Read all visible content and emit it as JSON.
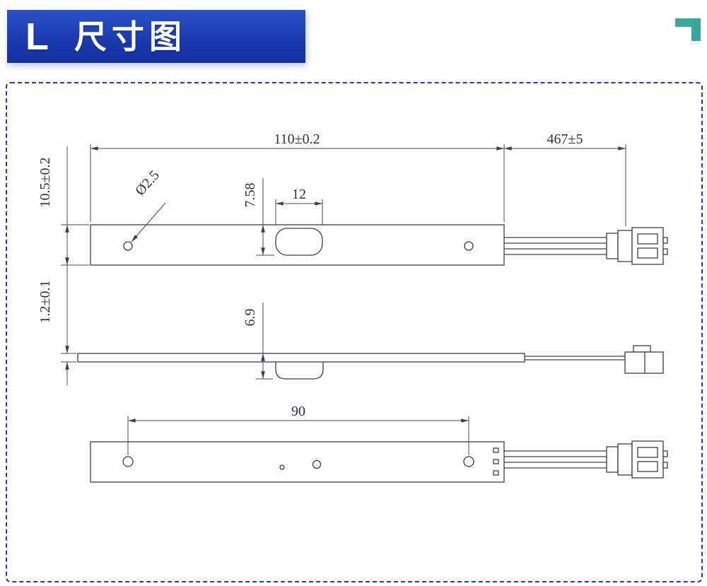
{
  "header": {
    "letter": "L",
    "title": "尺寸图"
  },
  "dimensions": {
    "top_length": "110±0.2",
    "cable_length": "467±5",
    "board_width": "10.5±0.2",
    "hole_diameter": "Ø2.5",
    "component_width": "12",
    "component_offset": "7.58",
    "board_thickness": "1.2±0.1",
    "protrusion_height": "6.9",
    "hole_spacing": "90"
  },
  "colors": {
    "header_blue_top": "#2a52c8",
    "header_blue_bottom": "#12309f",
    "frame_dash_blue": "#2837c2",
    "corner_teal": "#38a89c",
    "drawing_line": "#3a4045"
  }
}
